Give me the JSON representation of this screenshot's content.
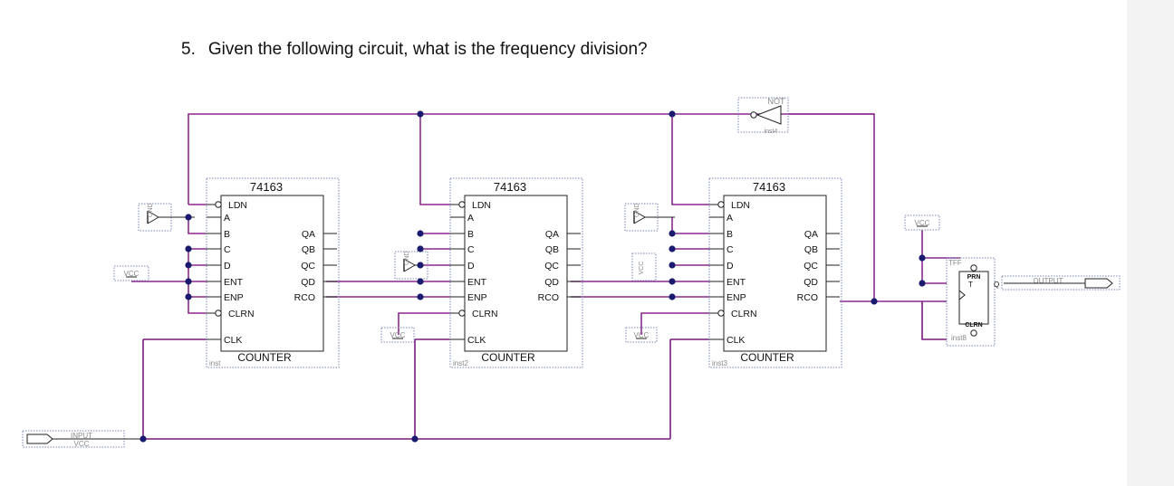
{
  "question": {
    "number": "5.",
    "text": "Given the following circuit, what is the frequency division?"
  },
  "colors": {
    "wire": "#8b2a8f",
    "bus": "#7a1a7e",
    "node": "#1a1a6e",
    "block_border": "#222222",
    "dotted": "#7a86b8",
    "label": "#111111",
    "gray_label": "#888888"
  },
  "counters": [
    {
      "part": "74163",
      "type": "COUNTER",
      "instance": "inst",
      "left_pins": [
        "LDN",
        "A",
        "B",
        "C",
        "D",
        "ENT",
        "ENP",
        "CLRN",
        "CLK"
      ],
      "right_pins": [
        "QA",
        "QB",
        "QC",
        "QD",
        "RCO"
      ]
    },
    {
      "part": "74163",
      "type": "COUNTER",
      "instance": "inst2",
      "left_pins": [
        "LDN",
        "A",
        "B",
        "C",
        "D",
        "ENT",
        "ENP",
        "CLRN",
        "CLK"
      ],
      "right_pins": [
        "QA",
        "QB",
        "QC",
        "QD",
        "RCO"
      ]
    },
    {
      "part": "74163",
      "type": "COUNTER",
      "instance": "inst3",
      "left_pins": [
        "LDN",
        "A",
        "B",
        "C",
        "D",
        "ENT",
        "ENP",
        "CLRN",
        "CLK"
      ],
      "right_pins": [
        "QA",
        "QB",
        "QC",
        "QD",
        "RCO"
      ]
    }
  ],
  "symbols": {
    "gnd": "GND",
    "vcc": "VCC",
    "not_gate": {
      "name": "NOT",
      "instance": "inst4"
    },
    "tff": {
      "name": "TFF",
      "instance": "inst8",
      "pins": {
        "preset": "PRN",
        "t": "T",
        "q": "Q",
        "clear": "CLRN"
      }
    },
    "input_pin": {
      "name": "INPUT",
      "value": "VCC"
    },
    "output_pin": {
      "name": "OUTPUT"
    }
  }
}
